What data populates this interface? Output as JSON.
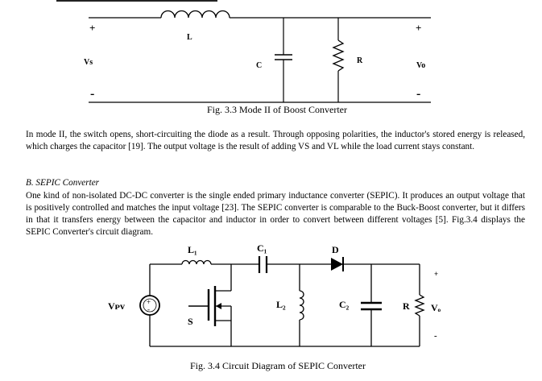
{
  "figure_boost": {
    "labels": {
      "plus_left": "+",
      "inductor": "L",
      "plus_right": "+",
      "source": "Vs",
      "capacitor": "C",
      "resistor": "R",
      "output": "Vo",
      "minus_left": "-",
      "minus_right": "-"
    },
    "caption": "Fig. 3.3 Mode II of Boost Converter"
  },
  "paragraph_mode2": "In mode II, the switch opens, short-circuiting the diode as a result. Through opposing polarities, the inductor's stored energy is released, which charges the capacitor [19]. The output voltage is the result of adding VS and VL while the load current stays constant.",
  "section_b": {
    "heading": "B.  SEPIC Converter",
    "paragraph": "One kind of non-isolated DC-DC converter is the single ended primary inductance converter (SEPIC). It produces an output voltage that is positively controlled and matches the input voltage [23]. The SEPIC converter is comparable to the Buck-Boost converter, but it differs in that it transfers energy between the capacitor and inductor in order to convert between different voltages [5]. Fig.3.4 displays the SEPIC Converter's circuit diagram."
  },
  "figure_sepic": {
    "labels": {
      "l1": "L₁",
      "c1": "C₁",
      "d": "D",
      "plus": "+",
      "vpv": "Vᴘᴠ",
      "l2": "L₂",
      "c2": "C₂",
      "r": "R",
      "vo": "Vₒ",
      "s": "S",
      "minus": "-"
    },
    "caption": "Fig. 3.4 Circuit Diagram of SEPIC Converter"
  }
}
